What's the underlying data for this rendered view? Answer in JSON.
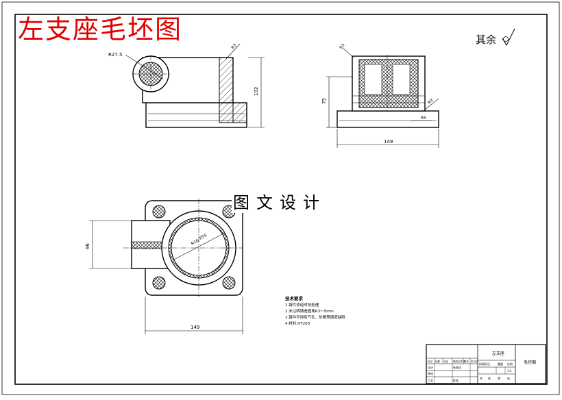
{
  "drawing": {
    "title": "左支座毛坯图",
    "watermark": "图文设计",
    "surface_finish_note": "其余",
    "dimensions": {
      "front_radius": "R27.5",
      "front_chamfer": "R3",
      "front_height": "102",
      "side_height": "75",
      "side_radius_a": "R3",
      "side_radius_b": "R3",
      "side_radius_c": "R5",
      "side_width": "149",
      "top_height": "96",
      "top_width": "149",
      "top_bore": "R55",
      "top_bore_small": "R16"
    },
    "tech_notes": {
      "heading": "技术要求",
      "items": [
        "1.铸件须经时效处理",
        "2.未注明铸造圆角R3～5mm",
        "3.铸件不得有气孔、砂眼等铸造缺陷",
        "4.材料:HT200"
      ]
    },
    "title_block": {
      "part_name": "左支座",
      "drawing_name": "毛坯图",
      "row_labels": [
        "标记",
        "处数",
        "分区",
        "更改文件号",
        "签名",
        "年月日"
      ],
      "design_label": "设计",
      "approve_label": "审核",
      "craft_label": "工艺",
      "standard_label": "标准化",
      "approved_label": "批准",
      "stage_label": "阶段标记",
      "weight_label": "重量",
      "scale_label": "比例",
      "scale_value": "1:1",
      "sheet_labels": [
        "共",
        "张",
        "第",
        "张"
      ]
    }
  }
}
